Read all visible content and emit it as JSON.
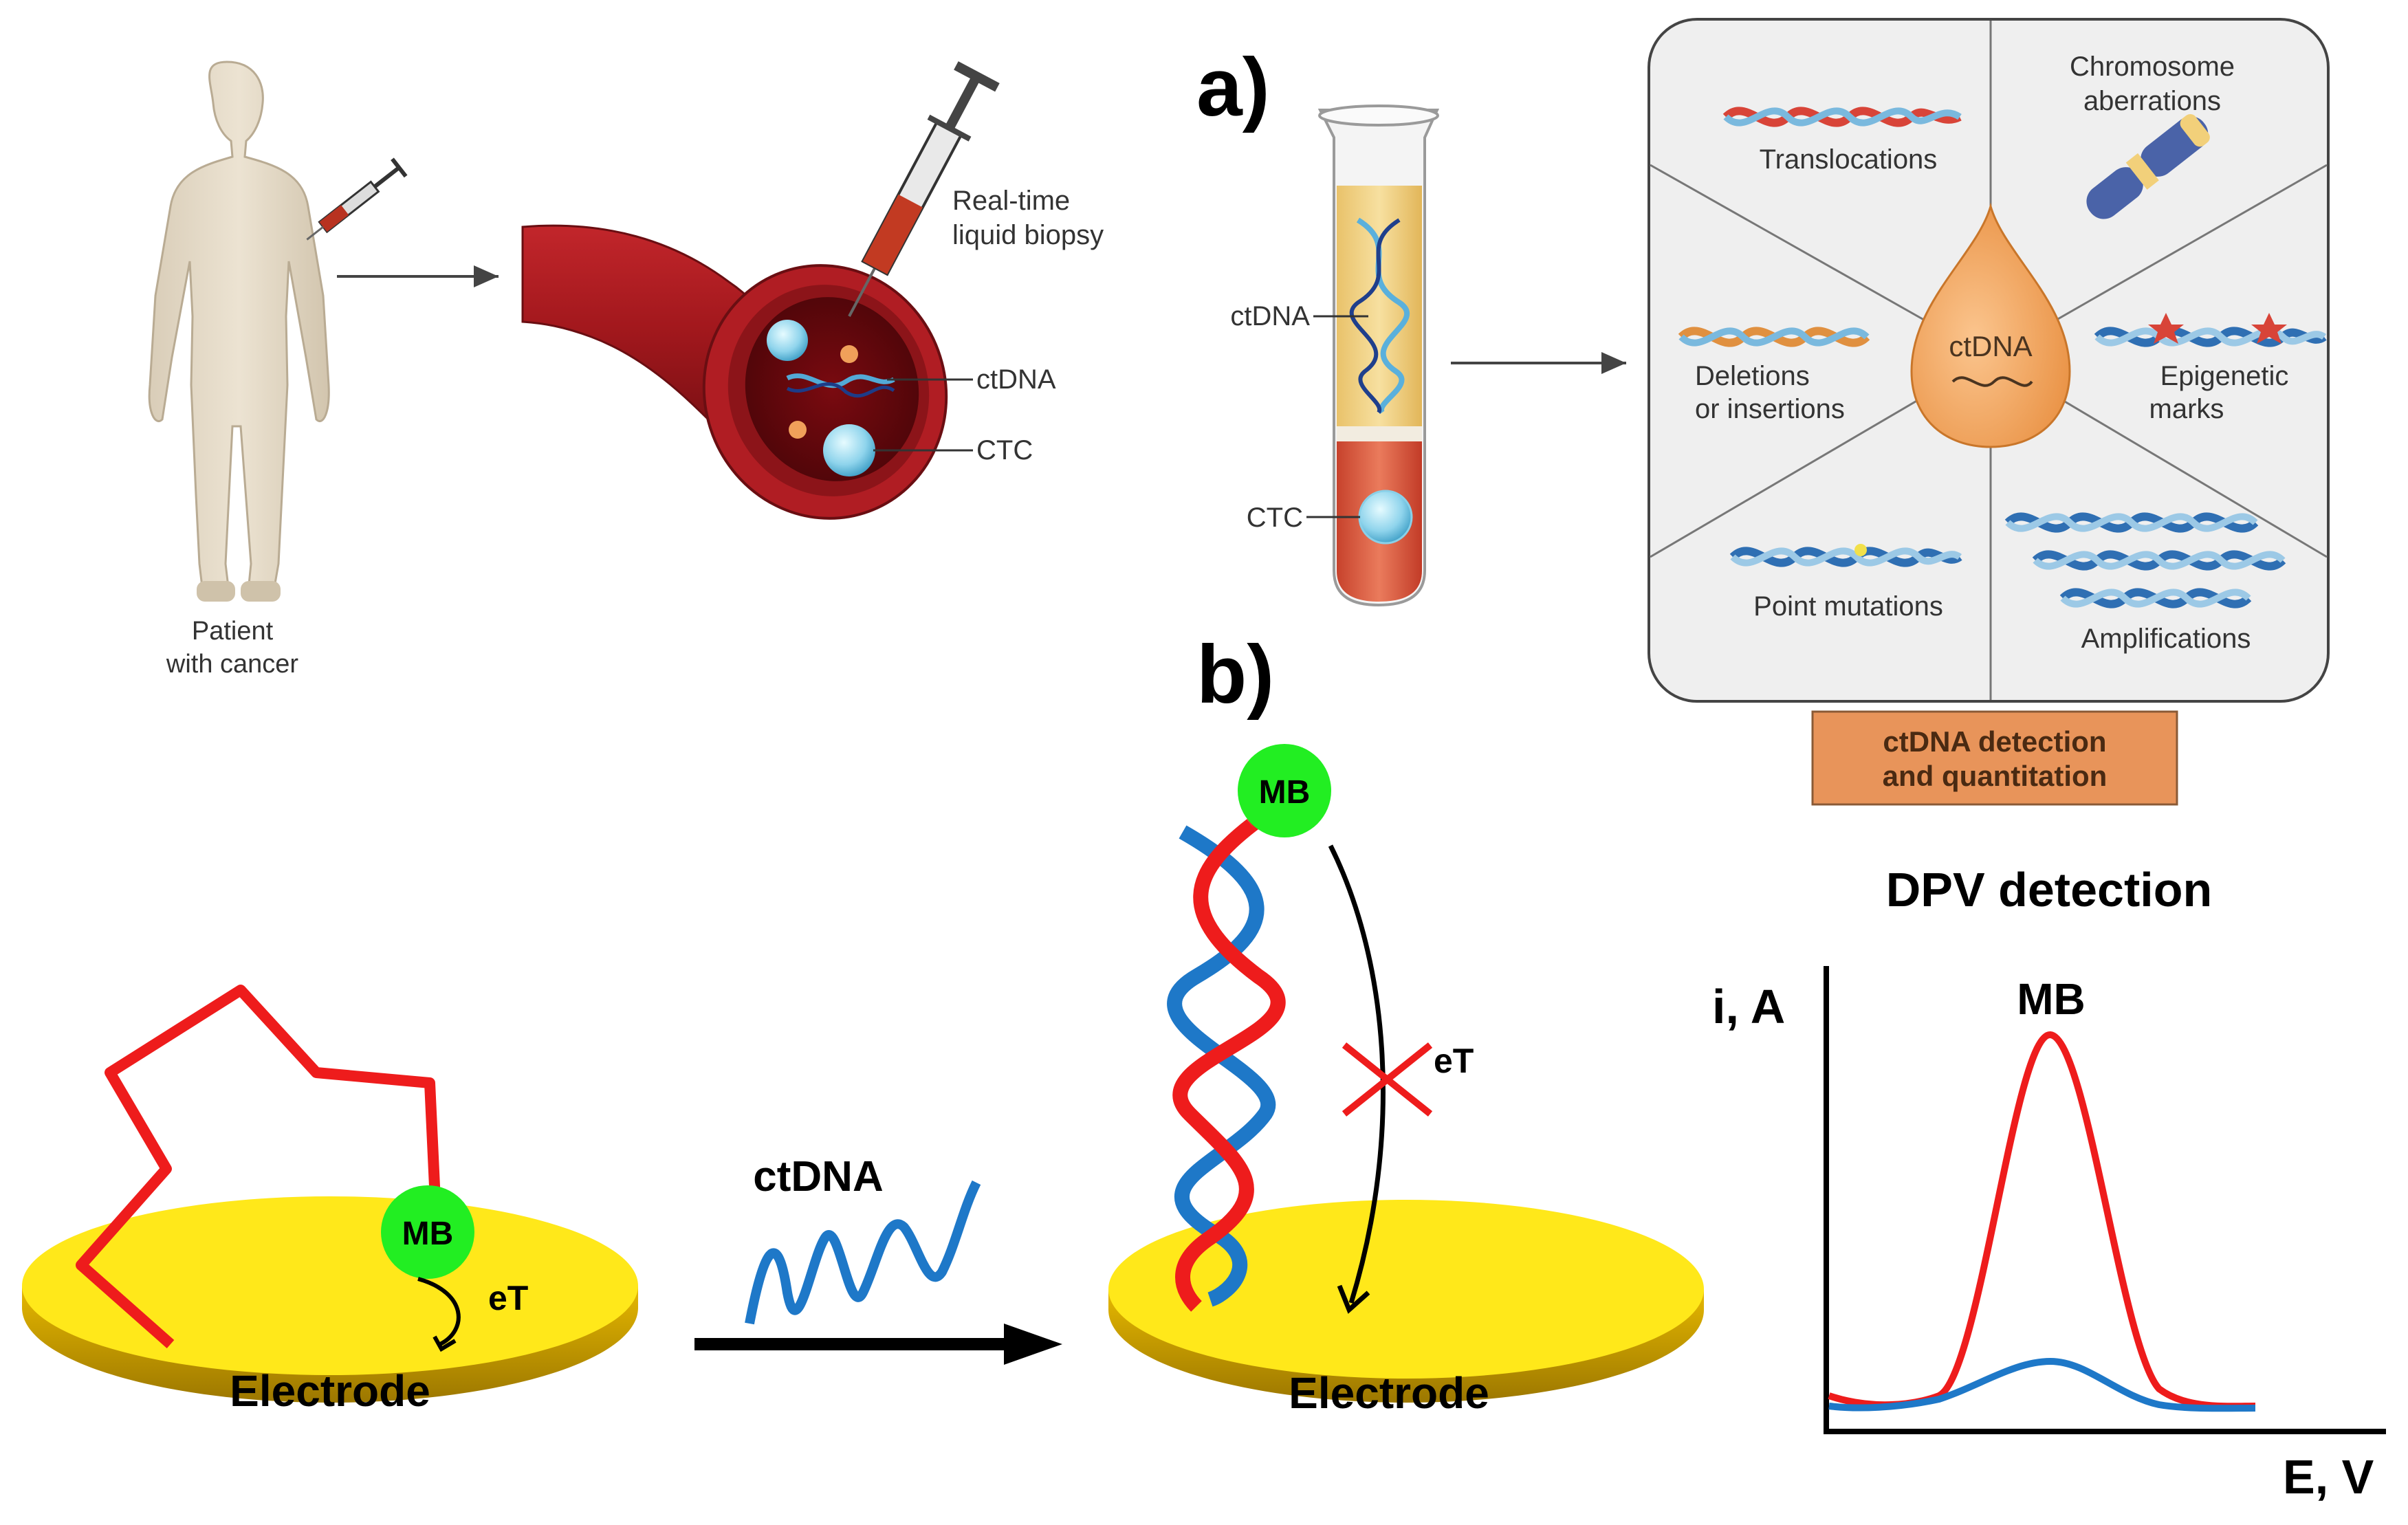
{
  "panel_a": {
    "letter": "a)",
    "patient_label_1": "Patient",
    "patient_label_2": "with cancer",
    "biopsy_label_1": "Real-time",
    "biopsy_label_2": "liquid biopsy",
    "vessel_ctdna": "ctDNA",
    "vessel_ctc": "CTC",
    "tube_ctdna": "ctDNA",
    "tube_ctc": "CTC",
    "drop_label": "ctDNA",
    "sectors": {
      "translocations": "Translocations",
      "chromosome_1": "Chromosome",
      "chromosome_2": "aberrations",
      "deletions_1": "Deletions",
      "deletions_2": "or insertions",
      "epigenetic_1": "Epigenetic",
      "epigenetic_2": "marks",
      "point": "Point mutations",
      "amplifications": "Amplifications"
    },
    "detection_box_1": "ctDNA detection",
    "detection_box_2": "and quantitation"
  },
  "panel_b": {
    "letter": "b)",
    "mb_label": "MB",
    "et_label": "eT",
    "electrode_label": "Electrode",
    "ctdna_label": "ctDNA",
    "dpv_title": "DPV detection",
    "y_axis": "i, A",
    "x_axis": "E, V",
    "peak_label": "MB"
  },
  "colors": {
    "red_strand": "#ee1c1c",
    "blue_strand": "#1e78c8",
    "mb_green": "#22ee22",
    "electrode_yellow": "#ffe81a",
    "detection_box": "#e8945a"
  }
}
